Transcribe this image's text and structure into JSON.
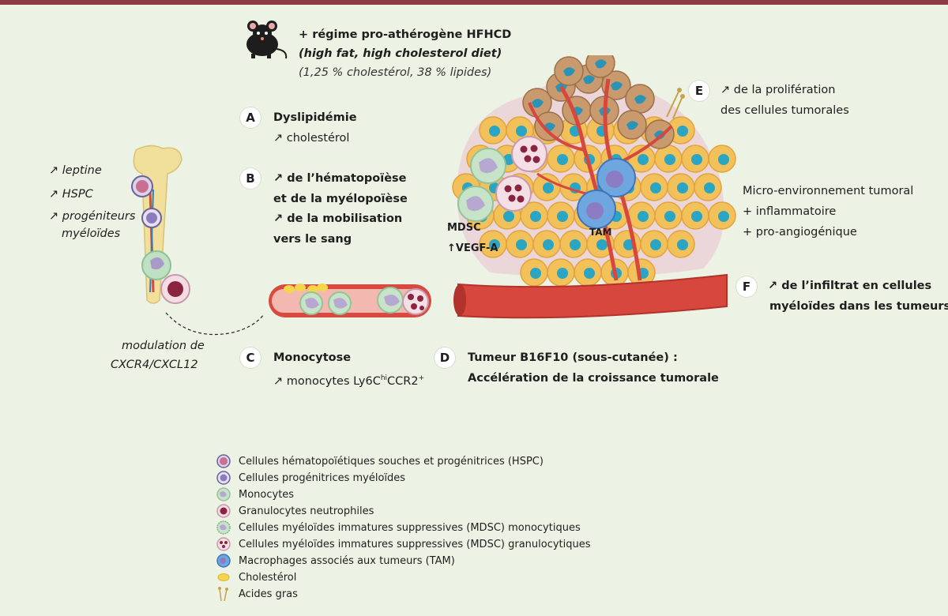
{
  "header": {
    "diet_line1": "+ régime pro-athérogène HFHCD",
    "diet_line2": "(high fat, high cholesterol diet)",
    "diet_line3": "(1,25 % cholestérol, 38 % lipides)"
  },
  "bone_marrow": {
    "items": [
      "↗ leptine",
      "↗ HSPC",
      "↗ progéniteurs",
      "myéloïdes"
    ],
    "modulation_line1": "modulation de",
    "modulation_line2": "CXCR4/CXCL12"
  },
  "steps": {
    "A": {
      "letter": "A",
      "title": "Dyslipidémie",
      "detail": "↗ cholestérol"
    },
    "B": {
      "letter": "B",
      "line1": "↗ de l’hématopoïèse",
      "line2": "et de la myélopoïèse",
      "line3": "↗ de la mobilisation",
      "line4": "vers le sang"
    },
    "C": {
      "letter": "C",
      "title": "Monocytose",
      "detail_prefix": "↗ monocytes Ly6C",
      "detail_sup1": "hi",
      "detail_mid": "CCR2",
      "detail_sup2": "+"
    },
    "D": {
      "letter": "D",
      "line1": "Tumeur B16F10 (sous-cutanée) :",
      "line2": "Accélération de la croissance tumorale"
    },
    "E": {
      "letter": "E",
      "line1": "↗ de la prolifération",
      "line2": "des cellules tumorales"
    },
    "F": {
      "letter": "F",
      "line1": "↗ de l’infiltrat en cellules",
      "line2": "myéloïdes dans les tumeurs"
    }
  },
  "microenvironment": {
    "line1": "Micro-environnement tumoral",
    "line2": "+ inflammatoire",
    "line3": "+ pro-angiogénique"
  },
  "tumor_labels": {
    "mdsc": "MDSC",
    "vegf": "↑VEGF-A",
    "tam": "TAM"
  },
  "legend": [
    {
      "icon": "hspc-cell-icon",
      "label": "Cellules hématopoïétiques souches et progénitrices (HSPC)"
    },
    {
      "icon": "myeloid-progenitor-icon",
      "label": "Cellules progénitrices myéloïdes"
    },
    {
      "icon": "monocyte-icon",
      "label": "Monocytes"
    },
    {
      "icon": "neutrophil-icon",
      "label": "Granulocytes neutrophiles"
    },
    {
      "icon": "mdsc-monocytic-icon",
      "label": "Cellules myéloïdes immatures suppressives (MDSC) monocytiques"
    },
    {
      "icon": "mdsc-granulocytic-icon",
      "label": "Cellules myéloïdes immatures suppressives (MDSC) granulocytiques"
    },
    {
      "icon": "tam-icon",
      "label": "Macrophages associés aux tumeurs (TAM)"
    },
    {
      "icon": "cholesterol-icon",
      "label": "Cholestérol"
    },
    {
      "icon": "fatty-acid-icon",
      "label": "Acides gras"
    }
  ],
  "colors": {
    "accent_bar": "#8e3a45",
    "background": "#edf3e4",
    "vessel": "#d8473e",
    "tumor_cell": "#f2c15a",
    "nucleus": "#2aa6c4"
  }
}
